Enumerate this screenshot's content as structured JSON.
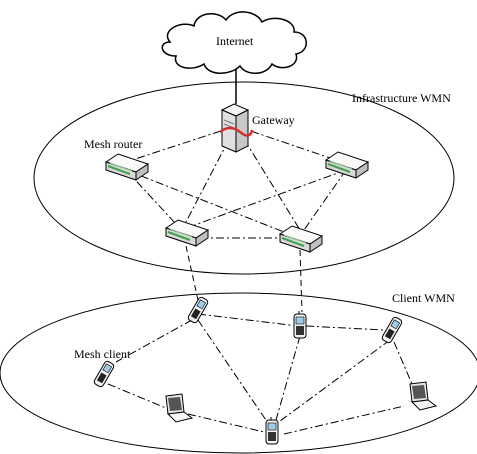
{
  "labels": {
    "internet": "Internet",
    "gateway": "Gateway",
    "infrastructure_wmn": "Infrastructure WMN",
    "mesh_router": "Mesh router",
    "client_wmn": "Client WMN",
    "mesh_client": "Mesh client"
  },
  "icons": {
    "cloud": "cloud-icon",
    "gateway": "server-gateway-icon",
    "router": "mesh-router-icon",
    "phone": "mobile-phone-icon",
    "pda": "pda-phone-icon",
    "laptop": "laptop-icon"
  },
  "colors": {
    "line": "#000000",
    "router_body": "#e8e8e8",
    "router_top": "#f8f8f8",
    "router_accent": "#3fa34d",
    "gateway_accent": "#d32f2f"
  }
}
